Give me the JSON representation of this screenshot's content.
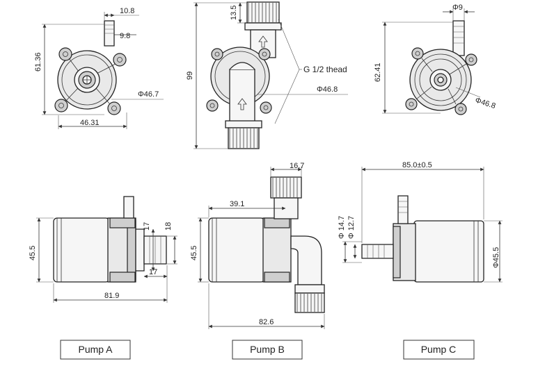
{
  "pump_a": {
    "label": "Pump A",
    "front": {
      "d_outlet_offset": "10.8",
      "d_outlet_width": "9.8",
      "d_height": "61.36",
      "d_width": "46.31",
      "d_dia": "Φ46.7"
    },
    "side": {
      "d_body": "45.5",
      "d_nozzle_a": "17",
      "d_nozzle_b": "18",
      "d_nozzle_len": "17",
      "d_length": "81.9"
    }
  },
  "pump_b": {
    "label": "Pump B",
    "front": {
      "d_top": "13.5",
      "d_height": "99",
      "note_thread": "G 1/2 thead",
      "d_dia": "Φ46.8"
    },
    "side": {
      "d_offset": "39.1",
      "d_port": "16.7",
      "d_body": "45.5",
      "d_length": "82.6"
    }
  },
  "pump_c": {
    "label": "Pump C",
    "front": {
      "d_outlet": "Φ9",
      "d_height": "62.41",
      "d_dia": "Φ46.8"
    },
    "side": {
      "d_length": "85.0±0.5",
      "d_nozzle_a": "Φ 14.7",
      "d_nozzle_b": "Φ 12.7",
      "d_body": "Φ45.5"
    }
  }
}
